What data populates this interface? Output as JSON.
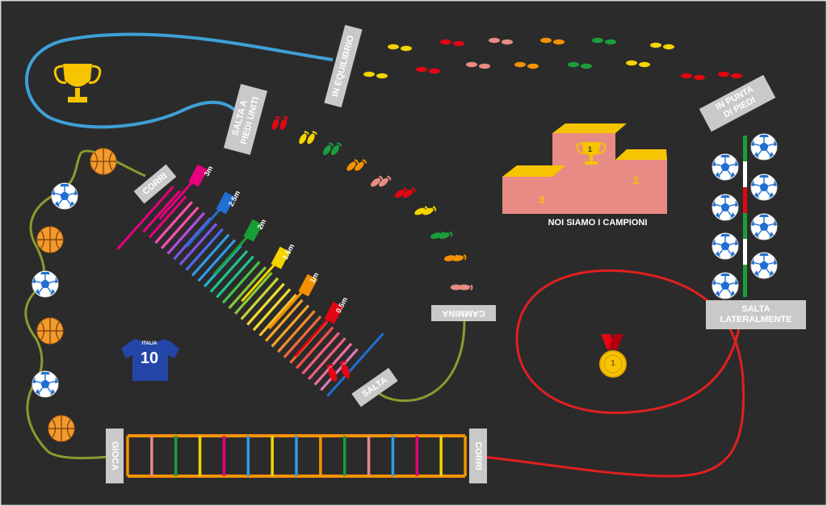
{
  "board": {
    "background_color": "#2b2b2b",
    "sign_color": "#c9c9c9",
    "stations": {
      "in_equilibrio": "IN EQUILIBRIO",
      "salta_piedi_uniti_line1": "SALTA A",
      "salta_piedi_uniti_line2": "PIEDI UNITI",
      "corri_top": "CORRI",
      "in_punta_line1": "IN PUNTA",
      "in_punta_line2": "DI PIEDI",
      "cammina": "CAMMINA",
      "salta": "SALTA",
      "salta_lat_line1": "SALTA",
      "salta_lat_line2": "LATERALMENTE",
      "gioca": "GIOCA",
      "corri_bottom": "CORRI"
    },
    "distances": [
      "3m",
      "2.5m",
      "2m",
      "1.5m",
      "1m",
      "0.5m"
    ],
    "distance_colors": [
      "#e6007e",
      "#1f6fd1",
      "#1a9e3a",
      "#f5d400",
      "#f39200",
      "#e30613"
    ],
    "podium": {
      "caption": "NOI SIAMO I CAMPIONI",
      "first": "1",
      "second": "2",
      "third": "3",
      "colors": {
        "front": "#e88b84",
        "top": "#f6c400"
      }
    },
    "shirt": {
      "brand": "ITALIA",
      "number": "10",
      "color": "#2346a8"
    },
    "medal": {
      "label": "1",
      "ribbon_color": "#e30613",
      "disc_color": "#f6c400"
    },
    "icons": [
      "trophy-icon",
      "basketball-icon",
      "soccer-ball-icon",
      "footprint-icon",
      "medal-icon",
      "shirt-icon",
      "podium-icon"
    ]
  }
}
